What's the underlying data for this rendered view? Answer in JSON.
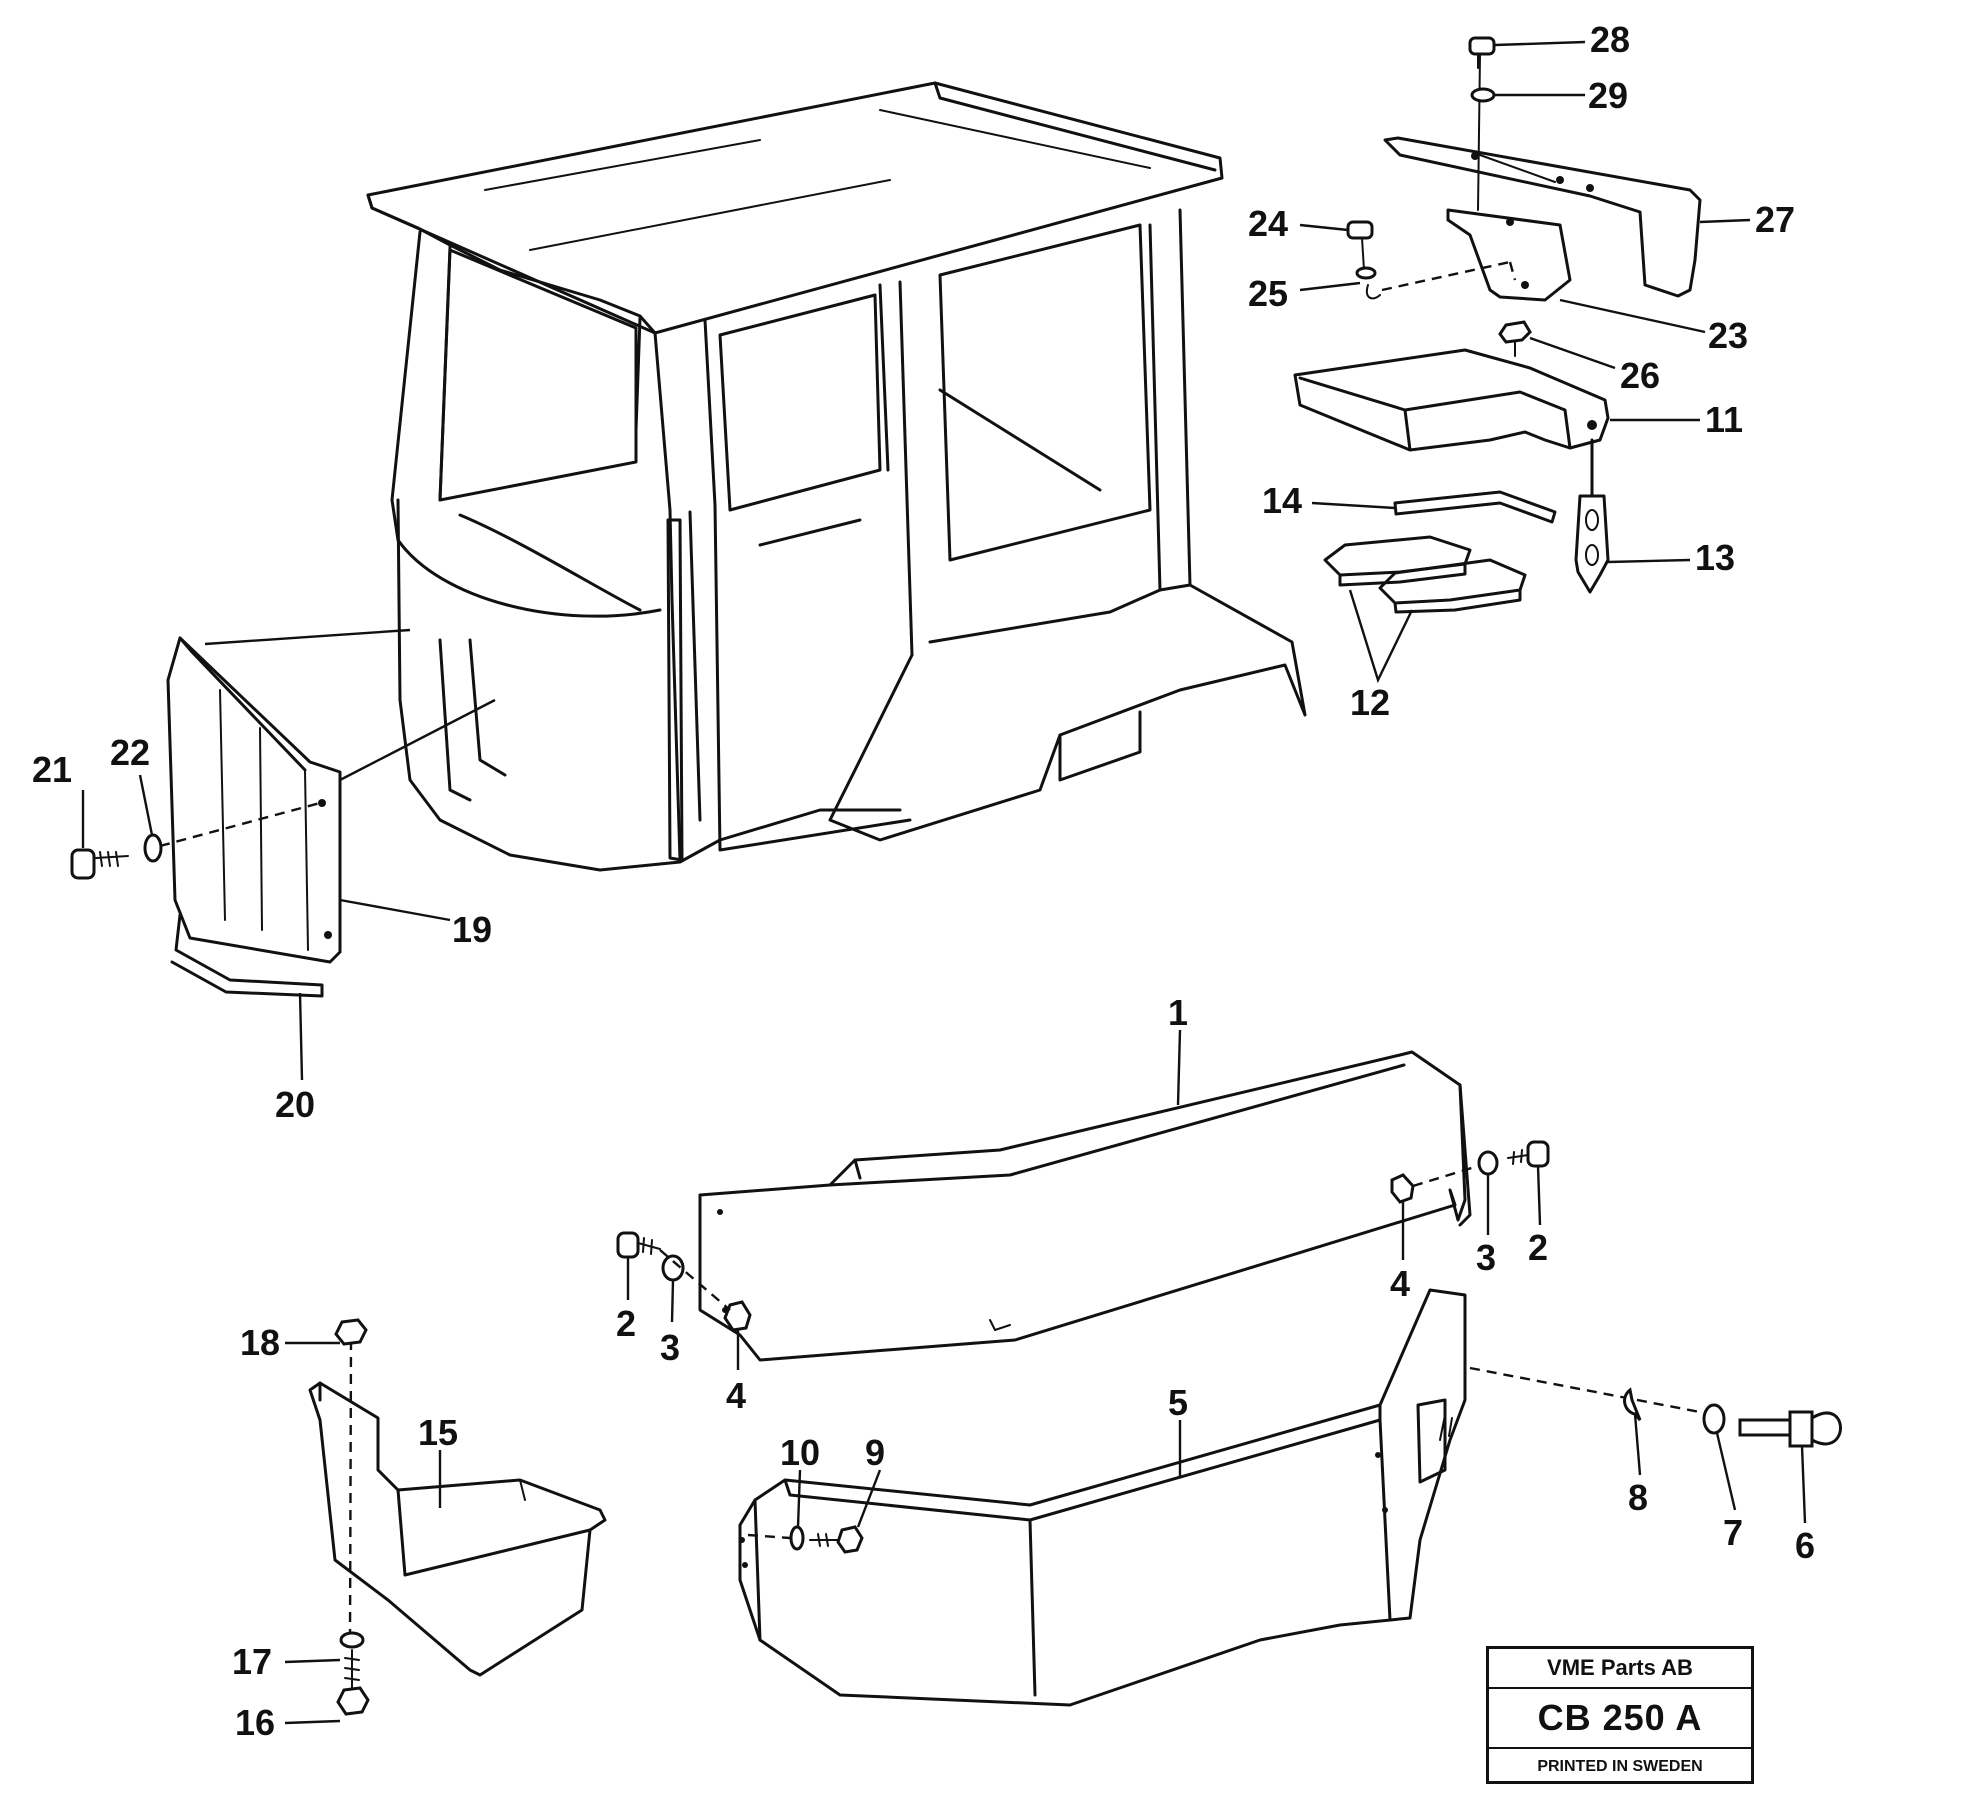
{
  "callouts": {
    "n1": "1",
    "n2a": "2",
    "n2b": "2",
    "n3a": "3",
    "n3b": "3",
    "n4a": "4",
    "n4b": "4",
    "n5": "5",
    "n6": "6",
    "n7": "7",
    "n8": "8",
    "n9": "9",
    "n10": "10",
    "n11": "11",
    "n12": "12",
    "n13": "13",
    "n14": "14",
    "n15": "15",
    "n16": "16",
    "n17": "17",
    "n18": "18",
    "n19": "19",
    "n20": "20",
    "n21": "21",
    "n22": "22",
    "n23": "23",
    "n24": "24",
    "n25": "25",
    "n26": "26",
    "n27": "27",
    "n28": "28",
    "n29": "29"
  },
  "title_block": {
    "company": "VME Parts AB",
    "code": "CB 250 A",
    "printed": "PRINTED IN SWEDEN"
  }
}
